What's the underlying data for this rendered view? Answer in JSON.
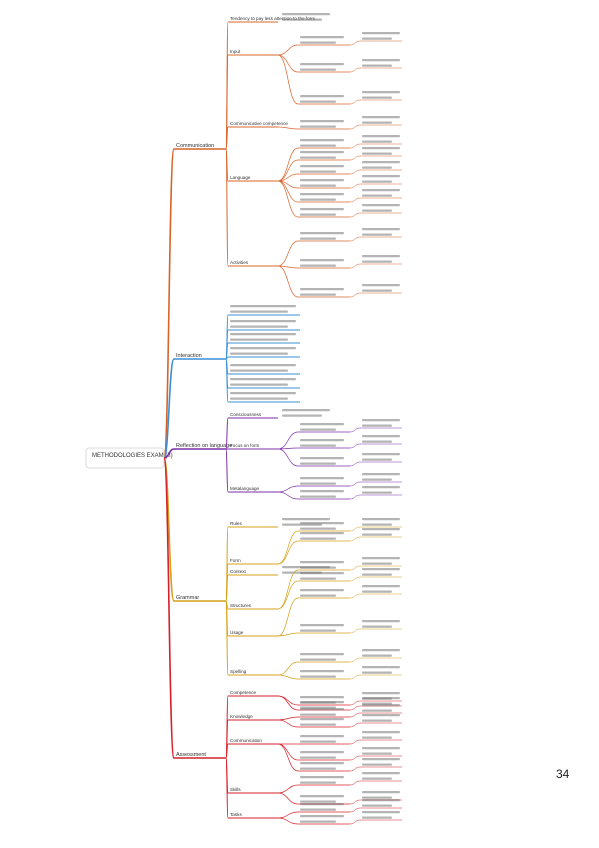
{
  "root": {
    "label": "METHODOLOGIES EXAM (II)"
  },
  "page_number": "34",
  "branches": [
    {
      "label": "Communication",
      "color": "#d8642a",
      "items": [
        {
          "text": "Tendency to pay less attention to the form",
          "children": []
        },
        {
          "text": "Input",
          "children": [
            {
              "text": "Experiencing the language",
              "children": []
            },
            {
              "text": "Meaning",
              "children": []
            },
            {
              "text": "Affective",
              "children": []
            }
          ]
        },
        {
          "text": "Communicative competence",
          "children": [
            {
              "text": "Levels",
              "children": [
                {
                  "text": "1",
                  "children": []
                },
                {
                  "text": "2",
                  "children": []
                },
                {
                  "text": "3",
                  "children": []
                }
              ]
            }
          ]
        },
        {
          "text": "Language",
          "children": [
            {
              "text": "Modelling",
              "children": []
            },
            {
              "text": "Analysing",
              "children": []
            },
            {
              "text": "Consolidating",
              "children": []
            },
            {
              "text": "Rephrasing",
              "children": []
            },
            {
              "text": "Organising",
              "children": []
            },
            {
              "text": "Developing strategies",
              "children": []
            }
          ]
        },
        {
          "text": "Activities",
          "children": [
            {
              "text": "Speaking",
              "children": []
            },
            {
              "text": "Cycle",
              "children": []
            },
            {
              "text": "Evaluation",
              "children": []
            }
          ]
        }
      ]
    },
    {
      "label": "Interaction",
      "color": "#3c8fd6",
      "items": [
        {
          "text": "Interaction",
          "children": []
        },
        {
          "text": "Comprehension",
          "children": []
        },
        {
          "text": "Negotiation",
          "children": []
        },
        {
          "text": "Strategies",
          "children": []
        },
        {
          "text": "Scaffolding",
          "children": []
        },
        {
          "text": "Feedback",
          "children": []
        },
        {
          "text": "Motivation",
          "children": []
        }
      ]
    },
    {
      "label": "Reflection on language",
      "color": "#7b2fa8",
      "items": [
        {
          "text": "Consciousness",
          "children": []
        },
        {
          "text": "Focus on form",
          "children": [
            {
              "text": "Implicit",
              "children": [
                {
                  "text": "",
                  "children": []
                }
              ]
            },
            {
              "text": "Explicit",
              "children": [
                {
                  "text": "",
                  "children": []
                }
              ]
            },
            {
              "text": "Error",
              "children": []
            }
          ]
        },
        {
          "text": "Metalanguage",
          "children": [
            {
              "text": "Grammar",
              "children": []
            },
            {
              "text": "Vocabulary",
              "children": []
            }
          ]
        }
      ]
    },
    {
      "label": "Grammar",
      "color": "#d6a01a",
      "items": [
        {
          "text": "Rules",
          "children": []
        },
        {
          "text": "Form",
          "children": [
            {
              "text": "",
              "children": []
            },
            {
              "text": "",
              "children": []
            }
          ]
        },
        {
          "text": "Context",
          "children": []
        },
        {
          "text": "Structures",
          "children": [
            {
              "text": "",
              "children": []
            },
            {
              "text": "",
              "children": []
            }
          ]
        },
        {
          "text": "Usage",
          "children": [
            {
              "text": "Word level",
              "children": []
            },
            {
              "text": "Sentence level",
              "children": [
                {
                  "text": "",
                  "children": []
                },
                {
                  "text": "",
                  "children": []
                },
                {
                  "text": "",
                  "children": []
                }
              ]
            }
          ]
        },
        {
          "text": "Spelling",
          "children": [
            {
              "text": "",
              "children": []
            },
            {
              "text": "",
              "children": []
            }
          ]
        }
      ]
    },
    {
      "label": "Assessment",
      "color": "#d6202a",
      "items": [
        {
          "text": "Competence",
          "children": [
            {
              "text": "",
              "children": []
            },
            {
              "text": "",
              "children": []
            }
          ]
        },
        {
          "text": "Knowledge",
          "children": [
            {
              "text": "",
              "children": []
            },
            {
              "text": "",
              "children": []
            }
          ]
        },
        {
          "text": "Communication",
          "children": [
            {
              "text": "",
              "children": []
            },
            {
              "text": "",
              "children": []
            },
            {
              "text": "",
              "children": []
            }
          ]
        },
        {
          "text": "Skills",
          "children": [
            {
              "text": "",
              "children": []
            },
            {
              "text": "",
              "children": []
            }
          ]
        },
        {
          "text": "Tasks",
          "children": [
            {
              "text": "",
              "children": []
            },
            {
              "text": "",
              "children": []
            }
          ]
        }
      ]
    }
  ]
}
